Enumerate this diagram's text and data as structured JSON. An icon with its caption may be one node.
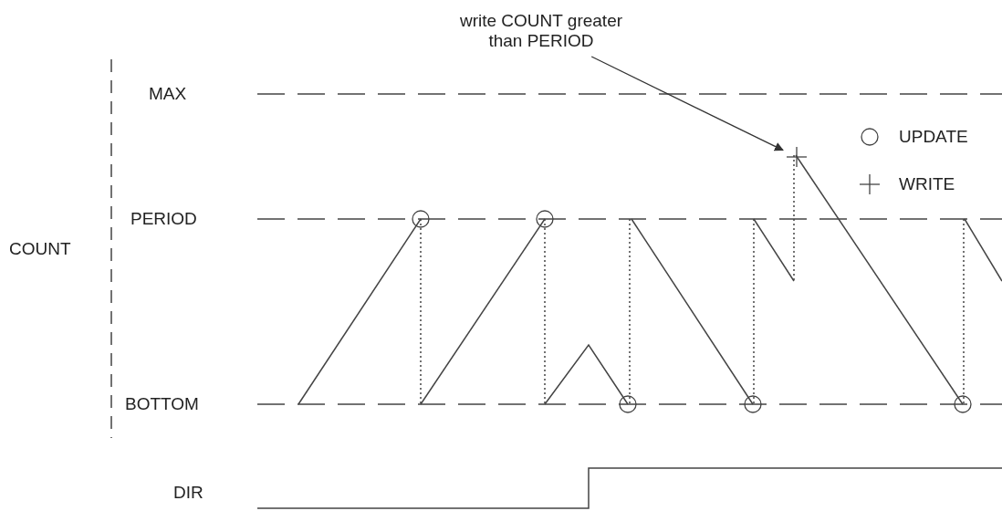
{
  "diagram": {
    "nodes": [
      {
        "text": [
          "write COUNT greater than PERIOD"
        ]
      },
      {
        "text": [],
        "shape": "cross"
      }
    ],
    "edges": [
      {
        "from": 0,
        "to": 1,
        "arrow": "to"
      }
    ],
    "labels": [
      "MAX",
      "PERIOD",
      "COUNT",
      "BOTTOM",
      "DIR"
    ],
    "legend": [
      {
        "text": "UPDATE"
      },
      {
        "text": "WRITE"
      }
    ]
  }
}
